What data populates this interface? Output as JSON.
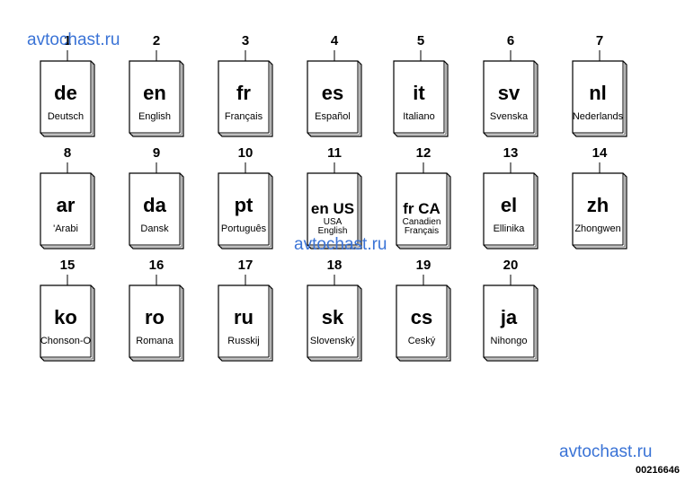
{
  "watermark": "avtochast.ru",
  "figure_id": "00216646",
  "books": [
    {
      "num": "1",
      "code": "de",
      "label": "Deutsch"
    },
    {
      "num": "2",
      "code": "en",
      "label": "English"
    },
    {
      "num": "3",
      "code": "fr",
      "label": "Français"
    },
    {
      "num": "4",
      "code": "es",
      "label": "Español"
    },
    {
      "num": "5",
      "code": "it",
      "label": "Italiano"
    },
    {
      "num": "6",
      "code": "sv",
      "label": "Svenska"
    },
    {
      "num": "7",
      "code": "nl",
      "label": "Nederlands"
    },
    {
      "num": "8",
      "code": "ar",
      "label": "'Arabi"
    },
    {
      "num": "9",
      "code": "da",
      "label": "Dansk"
    },
    {
      "num": "10",
      "code": "pt",
      "label": "Português"
    },
    {
      "num": "11",
      "code": "en US",
      "label": "USA",
      "label2": "English"
    },
    {
      "num": "12",
      "code": "fr CA",
      "label": "Canadien",
      "label2": "Français"
    },
    {
      "num": "13",
      "code": "el",
      "label": "Ellinika"
    },
    {
      "num": "14",
      "code": "zh",
      "label": "Zhongwen"
    },
    {
      "num": "15",
      "code": "ko",
      "label": "Chonson-O"
    },
    {
      "num": "16",
      "code": "ro",
      "label": "Romana"
    },
    {
      "num": "17",
      "code": "ru",
      "label": "Russkij"
    },
    {
      "num": "18",
      "code": "sk",
      "label": "Slovenský"
    },
    {
      "num": "19",
      "code": "cs",
      "label": "Ceský"
    },
    {
      "num": "20",
      "code": "ja",
      "label": "Nihongo"
    }
  ]
}
